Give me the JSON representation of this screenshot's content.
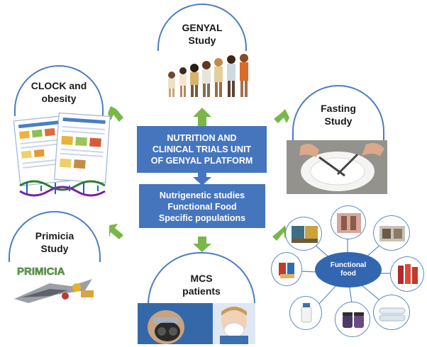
{
  "center": {
    "title_line1": "NUTRITION AND",
    "title_line2": "CLINICAL TRIALS UNIT",
    "title_line3": "OF GENYAL PLATFORM",
    "sub_line1": "Nutrigenetic studies",
    "sub_line2": "Functional Food",
    "sub_line3": "Specific populations"
  },
  "nodes": {
    "genyal": {
      "line1": "GENYAL",
      "line2": "Study"
    },
    "clock": {
      "line1": "CLOCK and",
      "line2": "obesity"
    },
    "fasting": {
      "line1": "Fasting",
      "line2": "Study"
    },
    "primicia": {
      "line1": "Primicia",
      "line2": "Study",
      "logo_text": "PRIMICIA"
    },
    "mcs": {
      "line1": "MCS",
      "line2": "patients"
    },
    "functional_food": {
      "hub_line1": "Functional",
      "hub_line2": "food"
    }
  },
  "colors": {
    "accent_blue": "#4575bd",
    "arc_blue": "#4a7ec0",
    "arrow_green": "#7ab648",
    "hub_blue": "#3366b0"
  }
}
